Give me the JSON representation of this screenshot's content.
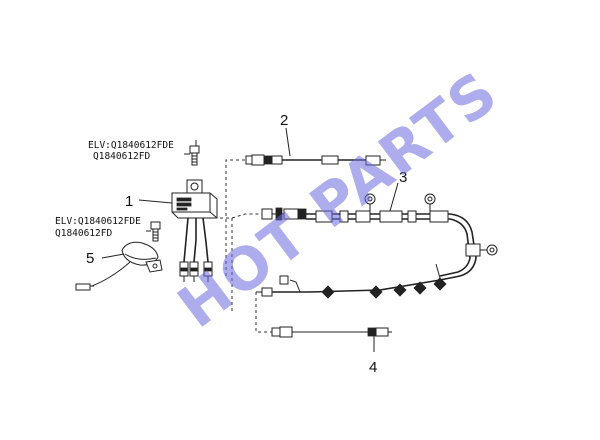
{
  "callouts": {
    "c1": "1",
    "c2": "2",
    "c3": "3",
    "c4": "4",
    "c5": "5"
  },
  "part_numbers": {
    "upper_line1": "ELV:Q1840612FDE",
    "upper_line2": "Q1840612FD",
    "lower_line1": "ELV:Q1840612FDE",
    "lower_line2": "Q1840612FD"
  },
  "watermark": {
    "text": "HOT PARTS",
    "color": "#6a6ae0"
  },
  "colors": {
    "line": "#222222",
    "background": "#ffffff"
  }
}
